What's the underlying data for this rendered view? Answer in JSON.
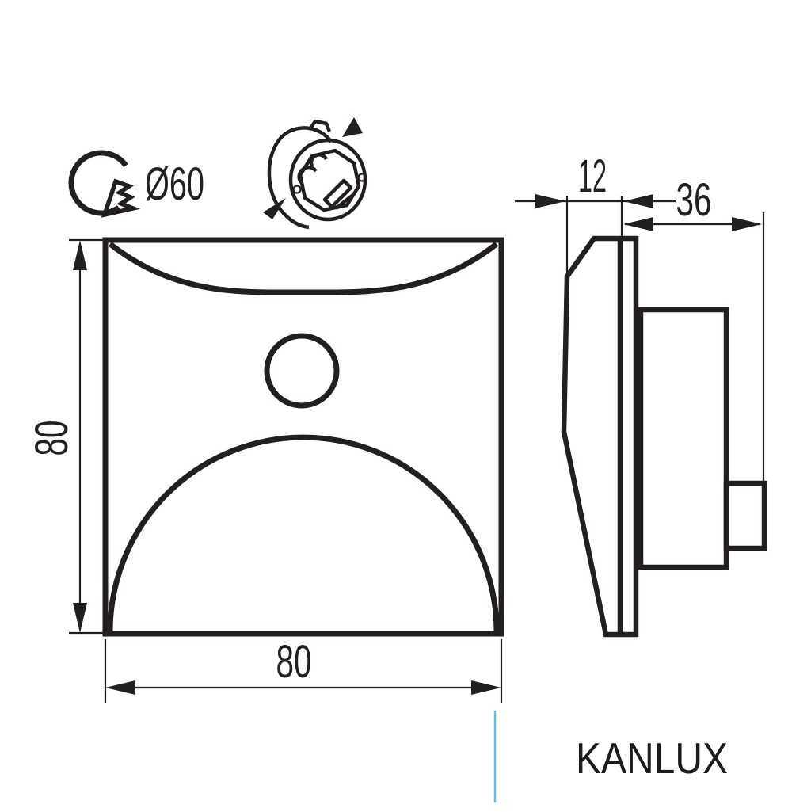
{
  "drawing": {
    "cutout_label": "Ø60",
    "front_view": {
      "width_label": "80",
      "height_label": "80"
    },
    "side_view": {
      "bezel_depth_label": "12",
      "recess_depth_label": "36"
    }
  },
  "brand": {
    "name": "KANLUX"
  },
  "colors": {
    "line": "#231f20",
    "accent": "#5bc2e7",
    "background": "#ffffff"
  }
}
